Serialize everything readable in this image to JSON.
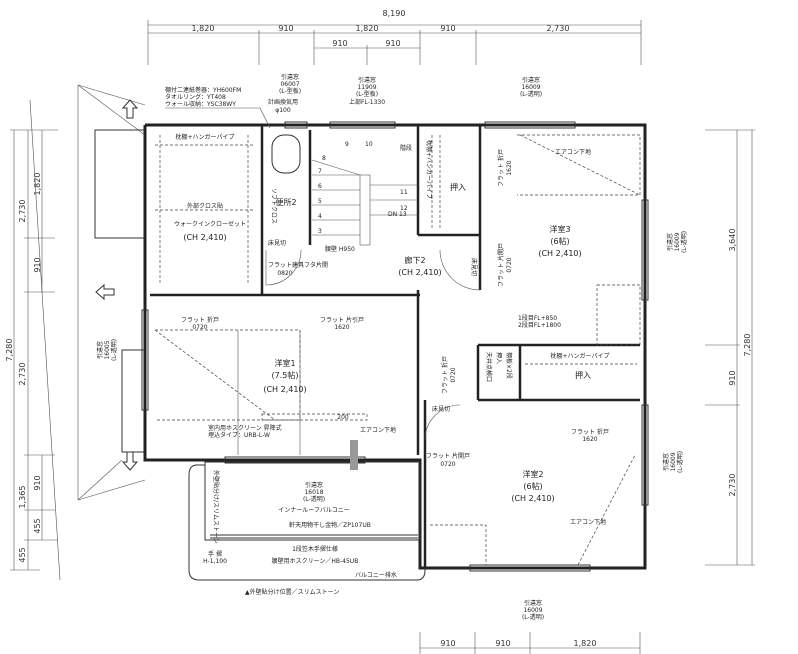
{
  "dimensions": {
    "top_total": "8,190",
    "top": [
      "1,820",
      "910",
      "1,820",
      "910",
      "2,730"
    ],
    "top_sub": [
      "910",
      "910"
    ],
    "bottom": [
      "910",
      "910",
      "1,820"
    ],
    "left_total": "7,280",
    "left": [
      "2,730",
      "2,730",
      "1,365",
      "455"
    ],
    "left_inner": [
      "1,820",
      "910",
      "910",
      "455"
    ],
    "right": [
      "3,640",
      "910",
      "2,730"
    ],
    "right_total": "7,280"
  },
  "windows": {
    "toilet": [
      "引違窓",
      "06007",
      "(L-型板)"
    ],
    "stairs": [
      "引違窓",
      "11909",
      "(L-型板)",
      "上部FL-1330"
    ],
    "room3_top": [
      "引違窓",
      "16009",
      "(L-透明)"
    ],
    "room3_right": [
      "引違窓",
      "16009",
      "(L-透明)"
    ],
    "room2_right": [
      "引違窓",
      "16009",
      "(L-透明)"
    ],
    "room1_left": [
      "引違窓",
      "16005",
      "(L-透明)"
    ],
    "room2_bottom": [
      "引違窓",
      "16009",
      "(L-透明)"
    ],
    "balcony": [
      "引違窓",
      "16018",
      "(L-透明)"
    ]
  },
  "accessories": [
    "棚付二連紙巻器：YH600FM",
    "タオルリング：YT408",
    "ウォール収納：YSC38WY"
  ],
  "vent": [
    "計画換気用",
    "φ100"
  ],
  "rooms": {
    "closet": {
      "name": "ウォークインクローゼット",
      "ch": "(CH 2,410)",
      "note": "外部クロス貼",
      "shelf": "枕棚+ハンガーパイプ"
    },
    "toilet": {
      "name": "便所2",
      "soft": "ソフトクロス",
      "floor": "床見切",
      "door": [
        "フラット建具フタ片開",
        "0820"
      ]
    },
    "stairs": {
      "name": "階段",
      "steps": [
        "3",
        "4",
        "5",
        "6",
        "7",
        "8",
        "9",
        "10",
        "11",
        "12"
      ],
      "dn": "DN 13",
      "wall": "腰壁 H950"
    },
    "hall": {
      "name": "廊下2",
      "ch": "(CH 2,410)",
      "floor": "床見切"
    },
    "storage": {
      "name": "押入",
      "shelf": "枕棚+ハンガーパイプ"
    },
    "room3": {
      "name": "洋室3",
      "size": "(6帖)",
      "ch": "(CH 2,410)",
      "ac": "エアコン下地",
      "door1": [
        "フラット 折戸",
        "1620"
      ],
      "door2": [
        "フラット 片開戸",
        "0720"
      ],
      "shelf": [
        "1段目FL+850",
        "2段目FL+1800"
      ]
    },
    "closet3": {
      "name": "押入",
      "shelf": "枕棚+ハンガーパイプ",
      "inspect": [
        "天井点検口",
        "押入",
        "棚板×2段"
      ]
    },
    "room1": {
      "name": "洋室1",
      "size": "(7.5帖)",
      "ch": "(CH 2,410)",
      "door1": [
        "フラット 折戸",
        "0720"
      ],
      "door2": [
        "フラット 片引戸",
        "1620"
      ],
      "dim": "200",
      "hos": [
        "室内用ホスクリーン 昇降式",
        "埋込タイプ：URB-L-W"
      ],
      "ac": "エアコン下地"
    },
    "room2": {
      "name": "洋室2",
      "size": "(6帖)",
      "ch": "(CH 2,410)",
      "door1": [
        "フラット 片開戸",
        "0720"
      ],
      "door2": [
        "フラット 折戸",
        "1620"
      ],
      "ac": "エアコン下地",
      "floor": "床見切",
      "door3": [
        "フラット 折戸",
        "0720"
      ]
    },
    "balcony": {
      "name": "インナールーフバルコニー",
      "hanger": "軒天用物干し金物／ZP107UB",
      "rail": "1段笠木手摺仕様",
      "hos": "腰壁用ホスクリーン／HB-45UB",
      "drain": "バルコニー排水",
      "handrail": [
        "手 摺",
        "H-1,100"
      ],
      "stone": "▲外壁貼分け位置／スリムストーン",
      "side": "外壁貼分け/スリムストーン"
    }
  }
}
